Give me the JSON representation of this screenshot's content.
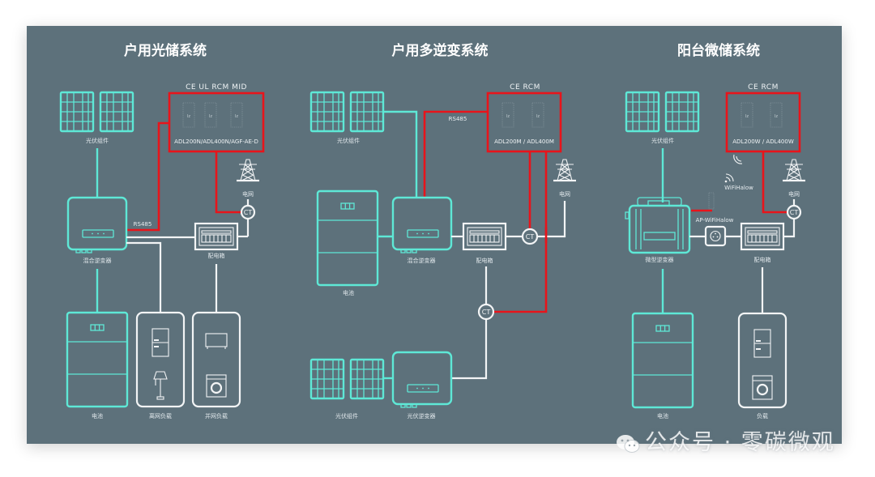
{
  "sections": [
    {
      "title": "户用光储系统",
      "meter": {
        "certs": "CE  UL  RCM  MID",
        "model": "ADL200N/ADL400N/AGF-AE-D"
      },
      "labels": {
        "pv": "光伏组件",
        "inverter": "混合逆变器",
        "grid": "电网",
        "distribution_box": "配电箱",
        "battery": "电池",
        "offgrid_load": "离网负载",
        "ongrid_load": "并网负载",
        "rs485": "RS485",
        "ct": "CT"
      }
    },
    {
      "title": "户用多逆变系统",
      "meter": {
        "certs": "CE   RCM",
        "model": "ADL200M / ADL400M"
      },
      "labels": {
        "pv_top": "光伏组件",
        "battery": "电池",
        "hybrid_inverter": "混合逆变器",
        "distribution_box": "配电箱",
        "grid": "电网",
        "pv_bottom": "光伏组件",
        "pv_inverter": "光伏逆变器",
        "rs485": "RS485",
        "ct": "CT"
      }
    },
    {
      "title": "阳台微储系统",
      "meter": {
        "certs": "CE   RCM",
        "model": "ADL200W / ADL400W"
      },
      "labels": {
        "pv": "光伏组件",
        "wifi": "WiFiHalow",
        "ap_wifi": "AP-WiFiHalow",
        "grid": "电网",
        "micro_inverter": "微型逆变器",
        "distribution_box": "配电箱",
        "battery": "电池",
        "load": "负载",
        "ct": "CT"
      }
    }
  ],
  "watermark": "公众号 · 零碳微观",
  "colors": {
    "background": "#5d717b",
    "device": "#5ee8d6",
    "meter_link": "#e8141b",
    "wire": "#f2f4f5"
  }
}
